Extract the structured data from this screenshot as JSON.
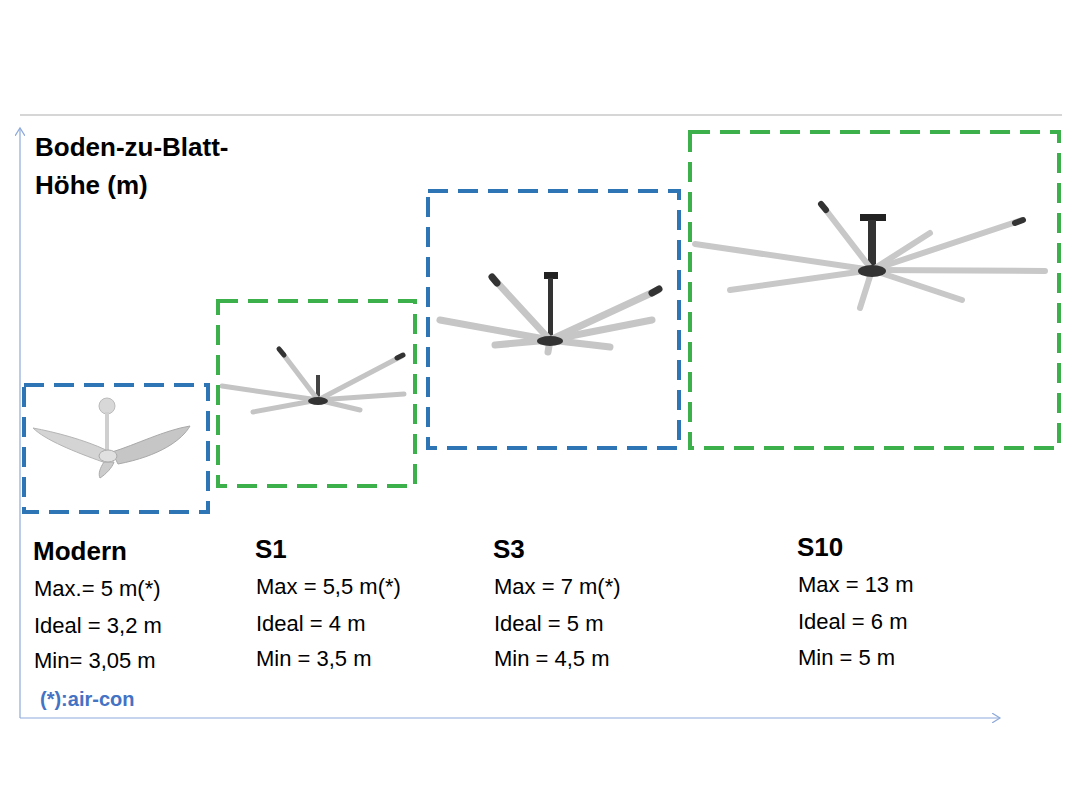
{
  "diagram": {
    "nodes": [
      {
        "text": [
          "Modern",
          "Max.= 5 m(*)",
          "Ideal = 3,2 m",
          "Min= 3,05 m"
        ]
      },
      {
        "text": [
          "S1",
          "Max = 5,5 m(*)",
          "Ideal = 4 m",
          "Min = 3,5 m"
        ]
      },
      {
        "text": [
          "S3",
          "Max = 7 m(*)",
          "Ideal = 5 m",
          "Min = 4,5 m"
        ]
      },
      {
        "text": [
          "S10",
          "Max = 13 m",
          "Ideal = 6 m",
          "Min = 5 m"
        ]
      }
    ],
    "labels": [
      "Boden-zu-Blatt-Höhe (m)",
      "(*):air-con"
    ]
  }
}
